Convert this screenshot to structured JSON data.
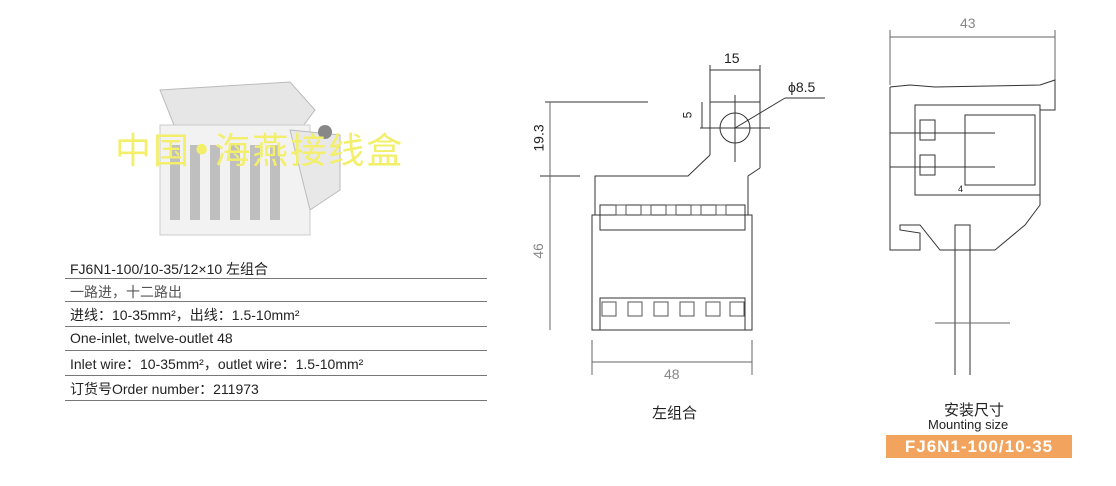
{
  "product": {
    "watermark": "中国•海燕接线盒",
    "title": "FJ6N1-100/10-35/12×10 左组合",
    "rows": [
      "一路进，十二路出",
      "进线：10-35mm²，出线：1.5-10mm²",
      "One-inlet, twelve-outlet 48",
      "Inlet wire：10-35mm²，outlet wire：1.5-10mm²",
      "订货号Order number：211973"
    ]
  },
  "front_drawing": {
    "dims": {
      "top_width": "15",
      "hole": "ϕ8.5",
      "hole_offset": "5",
      "bracket_height": "19.3",
      "body_height": "46",
      "body_width": "48"
    },
    "caption": "左组合"
  },
  "side_drawing": {
    "dims": {
      "width": "43",
      "small": "4"
    },
    "caption_cn": "安装尺寸",
    "caption_en": "Mounting size",
    "model_banner": "FJ6N1-100/10-35"
  },
  "colors": {
    "banner": "#f2a45e",
    "watermark": "#f3ef6a"
  }
}
